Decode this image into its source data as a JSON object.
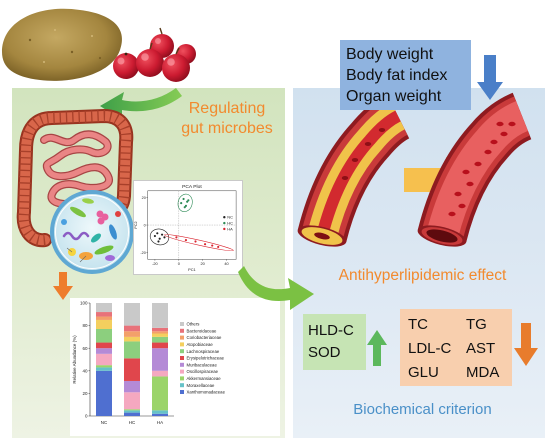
{
  "left_panel": {
    "title_lines": [
      "Regulating",
      "gut microbes"
    ]
  },
  "right_panel": {
    "indicators": [
      "Body weight",
      "Body fat index",
      "Organ weight"
    ],
    "effect": "Antihyperlipidemic effect",
    "increased": [
      "HLD-C",
      "SOD"
    ],
    "decreased": [
      "TC",
      "TG",
      "LDL-C",
      "AST",
      "GLU",
      "MDA"
    ],
    "footer": "Biochemical criterion"
  },
  "icons": {
    "flow_arrow": "curved-arrow-icon",
    "increase": "arrow-up-icon",
    "decrease": "arrow-down-icon",
    "transition": "arrow-right-icon"
  },
  "colors": {
    "orange_text": "#f28a2e",
    "blue_text": "#4a90c8",
    "increase": "#5cb85c",
    "decrease": "#e87c2c",
    "indicator_box": "#8fb3df"
  },
  "chart_data": [
    {
      "type": "scatter",
      "title": "PCA Plot",
      "xlabel": "PC1",
      "ylabel": "PC2",
      "xlim": [
        -26,
        48
      ],
      "ylim": [
        -25,
        25
      ],
      "xticks": [
        -20,
        0,
        20,
        40
      ],
      "yticks": [
        -20,
        0,
        20
      ],
      "legend": "right",
      "series": [
        {
          "name": "NC",
          "color": "#222222",
          "points": [
            [
              -20,
              -8
            ],
            [
              -18,
              -6
            ],
            [
              -16,
              -10
            ],
            [
              -14,
              -7
            ],
            [
              -17,
              -12
            ],
            [
              -12,
              -9
            ]
          ]
        },
        {
          "name": "HC",
          "color": "#2e8b57",
          "points": [
            [
              2,
              16
            ],
            [
              4,
              19
            ],
            [
              6,
              14
            ],
            [
              7,
              17
            ],
            [
              5,
              13
            ],
            [
              8,
              18
            ]
          ]
        },
        {
          "name": "HA",
          "color": "#d9232e",
          "points": [
            [
              -2,
              -9
            ],
            [
              6,
              -11
            ],
            [
              14,
              -12
            ],
            [
              22,
              -14
            ],
            [
              28,
              -15
            ],
            [
              33,
              -16
            ]
          ]
        }
      ]
    },
    {
      "type": "bar",
      "stacked": true,
      "categories": [
        "NC",
        "HC",
        "HA"
      ],
      "ylabel": "Relative Abundance (%)",
      "ylim": [
        0,
        100
      ],
      "yticks": [
        0,
        20,
        40,
        60,
        80,
        100
      ],
      "legend": "right",
      "series": [
        {
          "name": "Others",
          "color": "#c9c9c9",
          "values": [
            8,
            20,
            22
          ]
        },
        {
          "name": "Bacteroidaceae",
          "color": "#e8727a",
          "values": [
            4,
            5,
            3
          ]
        },
        {
          "name": "Coriobacteriaceae",
          "color": "#f3a06a",
          "values": [
            3,
            5,
            2
          ]
        },
        {
          "name": "Atopobiaceae",
          "color": "#f4cf5e",
          "values": [
            8,
            4,
            3
          ]
        },
        {
          "name": "Lachnospiraceae",
          "color": "#8ccf7e",
          "values": [
            12,
            15,
            5
          ]
        },
        {
          "name": "Erysipelotrichaceae",
          "color": "#e0464c",
          "values": [
            5,
            20,
            5
          ]
        },
        {
          "name": "Muribaculaceae",
          "color": "#b48ad6",
          "values": [
            5,
            10,
            20
          ]
        },
        {
          "name": "Oscillospiraceae",
          "color": "#f5a8c0",
          "values": [
            10,
            15,
            5
          ]
        },
        {
          "name": "Akkermansiaceae",
          "color": "#9bd46a",
          "values": [
            2,
            1,
            30
          ]
        },
        {
          "name": "Moraxellaceae",
          "color": "#66c2c8",
          "values": [
            3,
            2,
            3
          ]
        },
        {
          "name": "Xanthomonadaceae",
          "color": "#4f6fd0",
          "values": [
            40,
            3,
            2
          ]
        }
      ]
    }
  ]
}
